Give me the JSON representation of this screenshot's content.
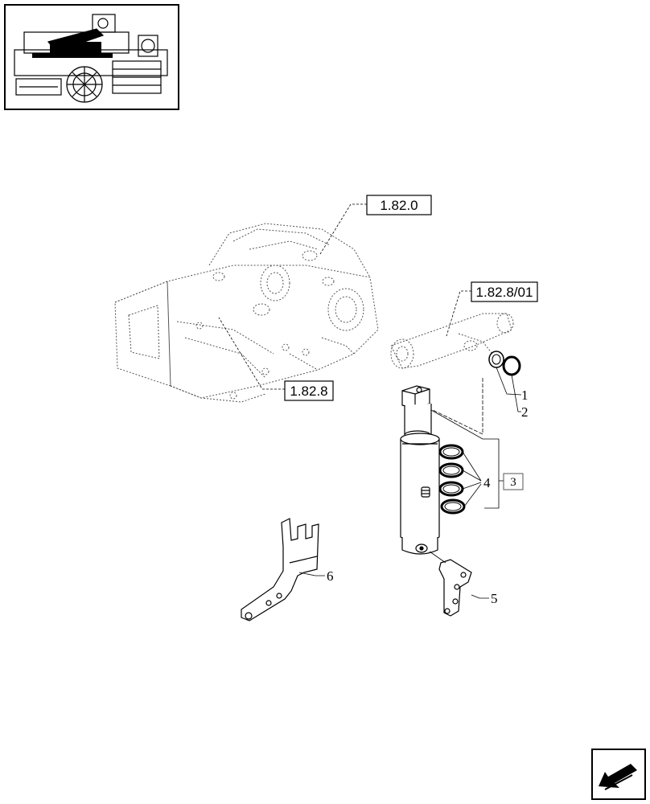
{
  "thumbnail": {
    "icon": "tractor-assembly-thumbnail"
  },
  "references": {
    "housing": "1.82.0",
    "lift_arm": "1.82.8/01",
    "shaft_group": "1.82.8"
  },
  "callouts": {
    "item_1": "1",
    "item_2": "2",
    "item_3": "3",
    "item_4": "4",
    "item_5": "5",
    "item_6": "6"
  },
  "navigation": {
    "icon": "next-page-arrow-icon"
  }
}
